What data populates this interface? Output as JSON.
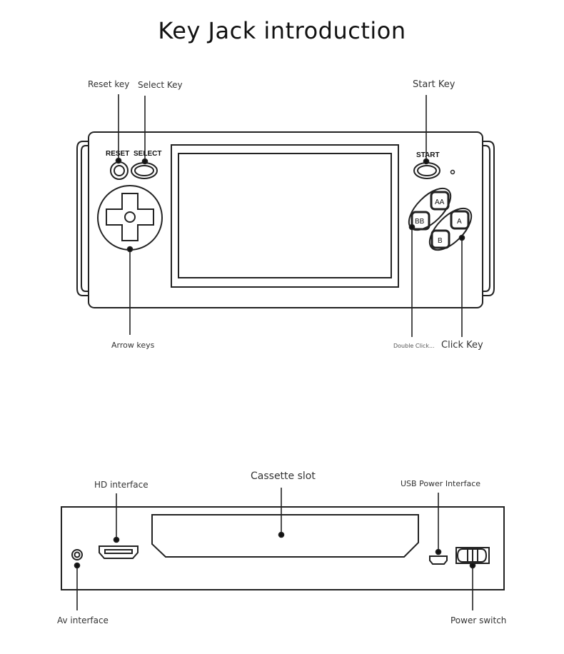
{
  "title": "Key Jack introduction",
  "front_view": {
    "labels": {
      "reset_key": "Reset key",
      "select_key": "Select Key",
      "start_key": "Start Key",
      "arrow_keys": "Arrow keys",
      "double_click": "Double Click...",
      "click_key": "Click Key"
    },
    "button_text": {
      "reset": "RESET",
      "select": "SELECT",
      "start": "START",
      "aa": "AA",
      "bb": "BB",
      "a": "A",
      "b": "B"
    }
  },
  "bottom_view": {
    "labels": {
      "hd_interface": "HD interface",
      "cassette_slot": "Cassette slot",
      "usb_power": "USB Power Interface",
      "av_interface": "Av interface",
      "power_switch": "Power switch"
    }
  }
}
